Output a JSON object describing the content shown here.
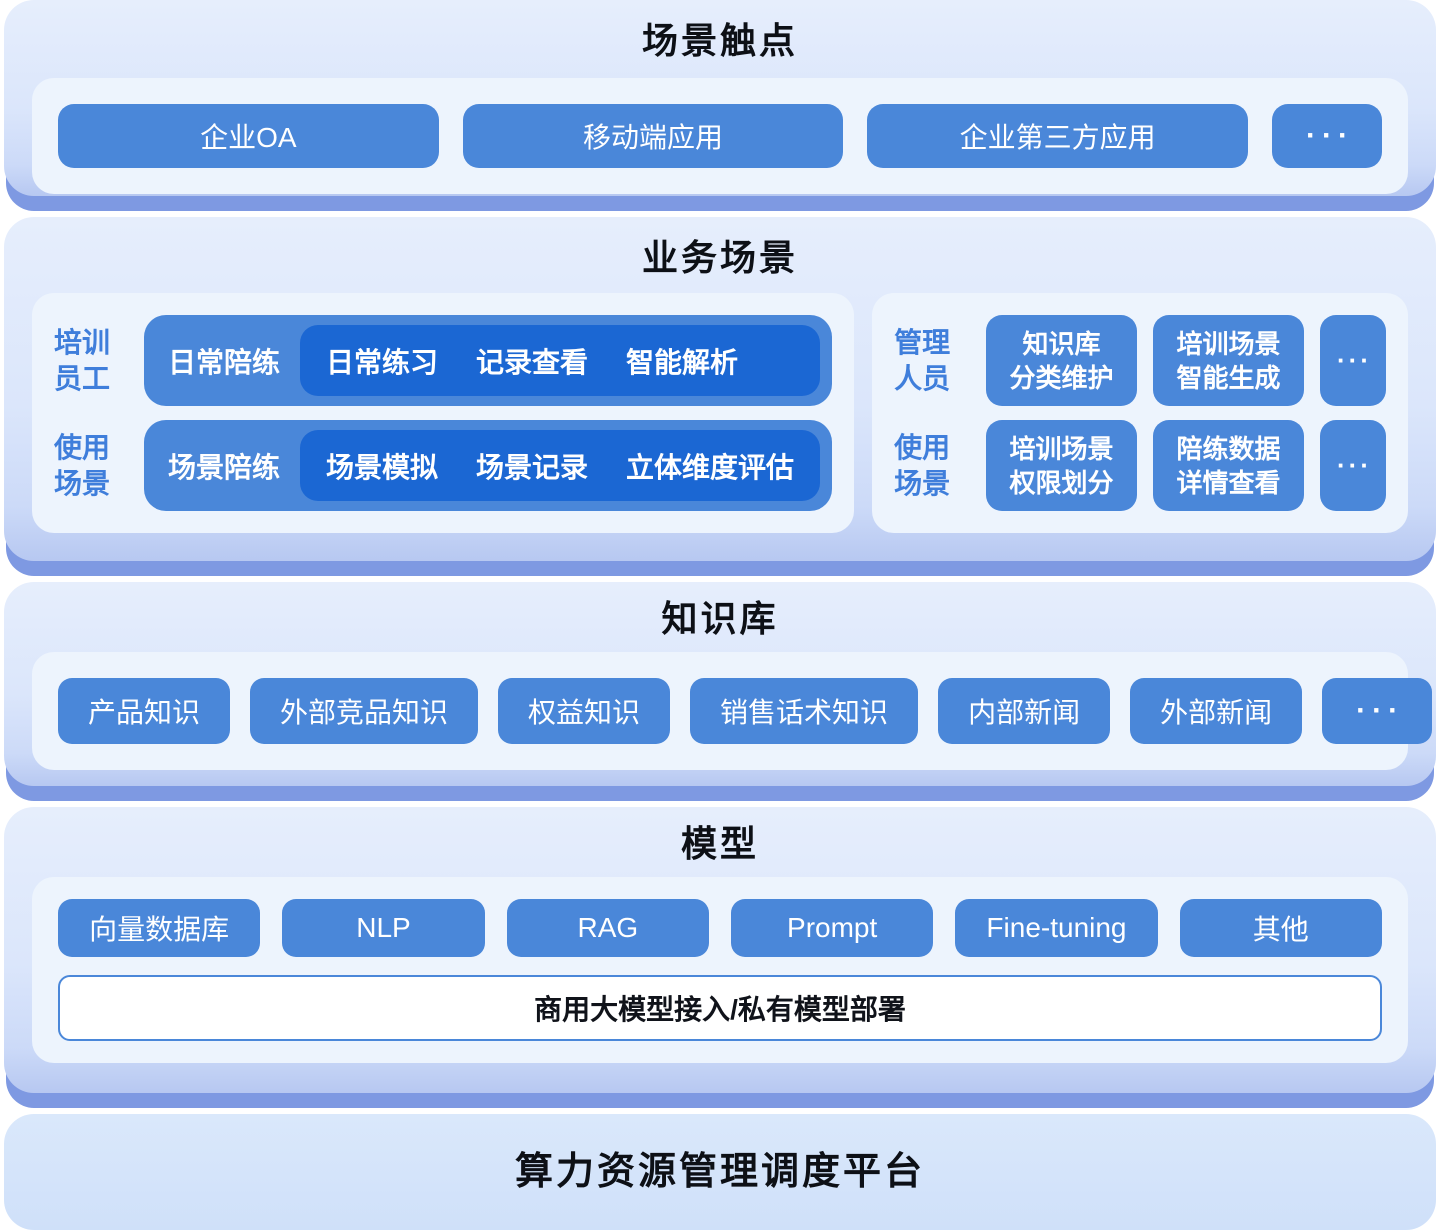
{
  "colors": {
    "button_blue": "#4a87d9",
    "inner_pill_blue": "#1b67d3",
    "role_label_blue": "#3f7edb",
    "underlay_periwinkle": "#7e99e2",
    "panel_white": "#edf4fd",
    "card_gradient_top": "#e6eefc",
    "card_gradient_bottom": "#b7c8f1",
    "title_black": "#0d1016"
  },
  "layer1": {
    "title": "场景触点",
    "buttons": [
      "企业OA",
      "移动端应用",
      "企业第三方应用"
    ],
    "more": "···"
  },
  "layer2": {
    "title": "业务场景",
    "left": {
      "rows": [
        {
          "role": [
            "培训",
            "员工"
          ],
          "pill": "日常陪练",
          "items": [
            "日常练习",
            "记录查看",
            "智能解析"
          ]
        },
        {
          "role": [
            "使用",
            "场景"
          ],
          "pill": "场景陪练",
          "items": [
            "场景模拟",
            "场景记录",
            "立体维度评估"
          ]
        }
      ]
    },
    "right": {
      "rows": [
        {
          "role": [
            "管理",
            "人员"
          ],
          "buttons": [
            [
              "知识库",
              "分类维护"
            ],
            [
              "培训场景",
              "智能生成"
            ]
          ],
          "more": "···"
        },
        {
          "role": [
            "使用",
            "场景"
          ],
          "buttons": [
            [
              "培训场景",
              "权限划分"
            ],
            [
              "陪练数据",
              "详情查看"
            ]
          ],
          "more": "···"
        }
      ]
    }
  },
  "layer3": {
    "title": "知识库",
    "buttons": [
      "产品知识",
      "外部竞品知识",
      "权益知识",
      "销售话术知识",
      "内部新闻",
      "外部新闻"
    ],
    "more": "···"
  },
  "layer4": {
    "title": "模型",
    "buttons": [
      "向量数据库",
      "NLP",
      "RAG",
      "Prompt",
      "Fine-tuning",
      "其他"
    ],
    "bar": "商用大模型接入/私有模型部署"
  },
  "layer5": {
    "title": "算力资源管理调度平台"
  }
}
